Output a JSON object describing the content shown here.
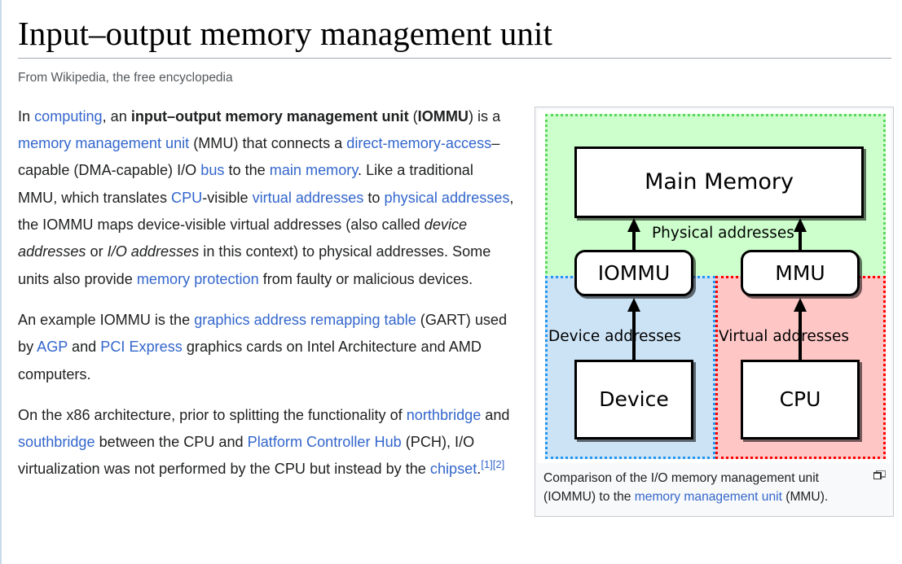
{
  "page": {
    "title": "Input–output memory management unit",
    "tagline": "From Wikipedia, the free encyclopedia"
  },
  "colors": {
    "link": "#3366cc",
    "title_rule": "#a2a9b1",
    "region_memory_bg": "#ccffcc",
    "region_memory_border": "#5cd65c",
    "region_device_bg": "#cce3f5",
    "region_device_border": "#2196f3",
    "region_cpu_bg": "#ffc6c6",
    "region_cpu_border": "#ff0000",
    "page_edge": "#c8dbe8",
    "thumb_border": "#c8ccd1",
    "thumb_bg": "#f8f9fa"
  },
  "paragraphs": {
    "p1": {
      "s1": "In ",
      "link_computing": "computing",
      "s2": ", an ",
      "bold_iommu_full": "input–output memory management unit",
      "s3": " (",
      "bold_iommu": "IOMMU",
      "s4": ") is a ",
      "link_mmu": "memory management unit",
      "s5": " (MMU) that connects a ",
      "link_dma": "direct-memory-access",
      "s6": "–capable (DMA-capable) I/O ",
      "link_bus": "bus",
      "s7": " to the ",
      "link_mainmem": "main memory",
      "s8": ". Like a traditional MMU, which translates ",
      "link_cpu": "CPU",
      "s9": "-visible ",
      "link_virtaddr": "virtual addresses",
      "s10": " to ",
      "link_physaddr": "physical addresses",
      "s11": ", the IOMMU maps device-visible virtual addresses (also called ",
      "ital_devaddr": "device addresses",
      "s12": " or ",
      "ital_ioaddr": "I/O addresses",
      "s13": " in this context) to physical addresses. Some units also provide ",
      "link_memprot": "memory protection",
      "s14": " from faulty or malicious devices."
    },
    "p2": {
      "s1": "An example IOMMU is the ",
      "link_gart": "graphics address remapping table",
      "s2": " (GART) used by ",
      "link_agp": "AGP",
      "s3": " and ",
      "link_pcie": "PCI Express",
      "s4": " graphics cards on Intel Architecture and AMD computers."
    },
    "p3": {
      "s1": "On the x86 architecture, prior to splitting the functionality of ",
      "link_northbridge": "northbridge",
      "s2": " and ",
      "link_southbridge": "southbridge",
      "s3": " between the CPU and ",
      "link_pch": "Platform Controller Hub",
      "s4": " (PCH), I/O virtualization was not performed by the CPU but instead by the ",
      "link_chipset": "chipset",
      "s5": ".",
      "ref1": "[1]",
      "ref2": "[2]"
    }
  },
  "figure": {
    "diagram": {
      "boxes": {
        "main_memory": "Main Memory",
        "iommu": "IOMMU",
        "mmu": "MMU",
        "device": "Device",
        "cpu": "CPU"
      },
      "labels": {
        "physical_addresses": "Physical addresses",
        "device_addresses": "Device    addresses",
        "virtual_addresses": "Virtual    addresses"
      }
    },
    "caption": {
      "s1": "Comparison of the I/O memory management unit (IOMMU) to the ",
      "link_mmu": "memory management unit",
      "s2": " (MMU)."
    },
    "magnify_icon": "enlarge-icon"
  }
}
